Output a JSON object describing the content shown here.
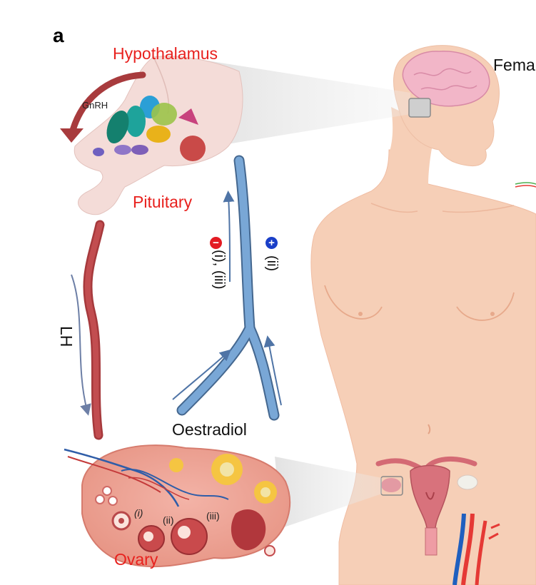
{
  "panel_label": "a",
  "labels": {
    "hypothalamus": "Hypothalamus",
    "gnrh": "GnRH",
    "pituitary": "Pituitary",
    "lh": "LH",
    "oestradiol": "Oestradiol",
    "ovary": "Ovary",
    "female": "Fema",
    "inhibit_stages": "(i), (iii)",
    "stimulate_stage": "(ii)",
    "follicle_i": "(i)",
    "follicle_ii": "(ii)",
    "follicle_iii": "(iii)"
  },
  "badges": {
    "negative": "−",
    "positive": "+"
  },
  "colors": {
    "label_red": "#e8211e",
    "lh_vessel": "#b33a3e",
    "oestradiol_vessel": "#6f9ccd",
    "skin": "#f6cfb7",
    "negative_badge": "#e31b23",
    "positive_badge": "#1a3fc8"
  }
}
